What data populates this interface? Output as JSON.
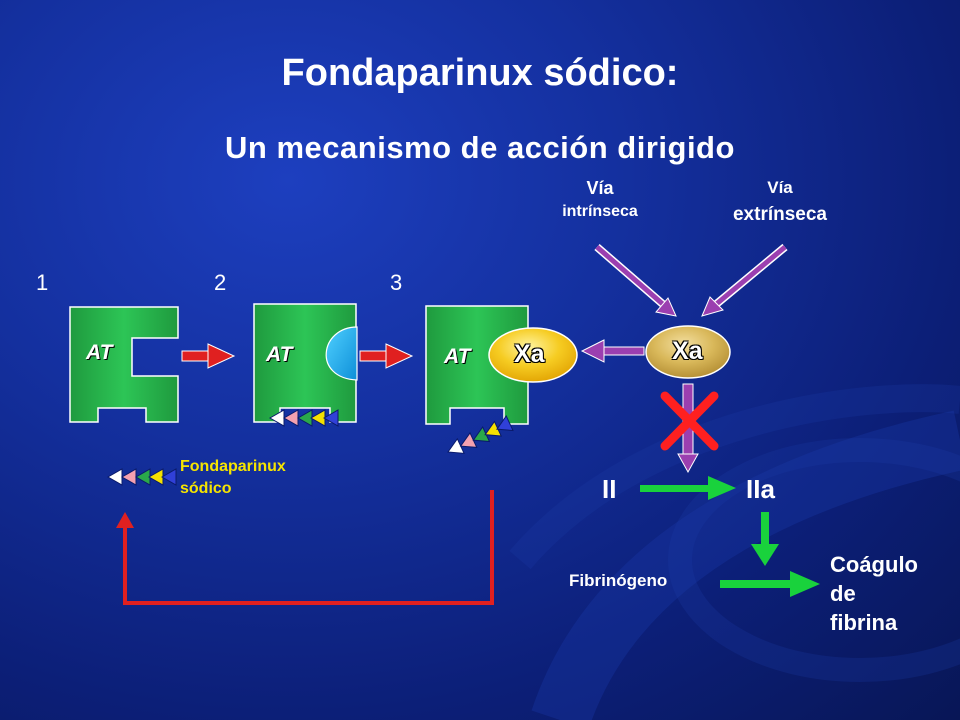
{
  "title": "Fondaparinux sódico:",
  "subtitle": "Un mecanismo de acción dirigido",
  "pathways": {
    "intrinsic_line1": "Vía",
    "intrinsic_line2": "intrínseca",
    "extrinsic_line1": "Vía",
    "extrinsic_line2": "extrínseca"
  },
  "steps": [
    "1",
    "2",
    "3"
  ],
  "at_label": "AT",
  "xa_label": "Xa",
  "fondaparinux_label_line1": "Fondaparinux",
  "fondaparinux_label_line2": "sódico",
  "factor_ii": "II",
  "factor_iia": "IIa",
  "fibrinogen": "Fibrinógeno",
  "clot_line1": "Coágulo",
  "clot_line2": "de",
  "clot_line3": "fibrina",
  "colors": {
    "background": "#14309f",
    "at_green": "#22b24c",
    "xa_gold": "#f2c21a",
    "red_arrow": "#e02020",
    "green_arrow": "#19d23c",
    "fondaparinux_text": "#f5e400"
  }
}
